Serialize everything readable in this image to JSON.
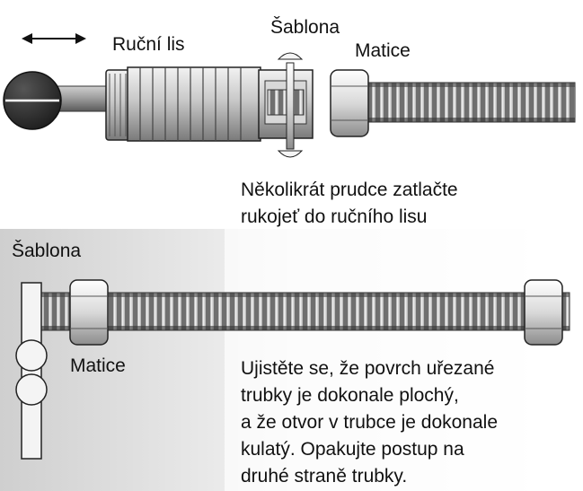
{
  "labels": {
    "hand_press": "Ruční lis",
    "template_top": "Šablona",
    "nut_top": "Matice",
    "template_bottom": "Šablona",
    "nut_bottom": "Matice"
  },
  "instruction_1": {
    "lines": [
      "Několikrát prudce zatlačte",
      "rukojeť do ručního lisu"
    ]
  },
  "instruction_2": {
    "lines": [
      "Ujistěte se, že povrch uřezané",
      "trubky je dokonale plochý,",
      "a že otvor v trubce je dokonale",
      "kulatý. Opakujte postup na",
      "druhé straně trubky."
    ]
  },
  "icons": {
    "motion": "double-arrow-icon"
  },
  "colors": {
    "ink": "#111111",
    "metal_light": "#e6e6e6",
    "metal_dark": "#555555",
    "knob": "#2b2b2b"
  }
}
